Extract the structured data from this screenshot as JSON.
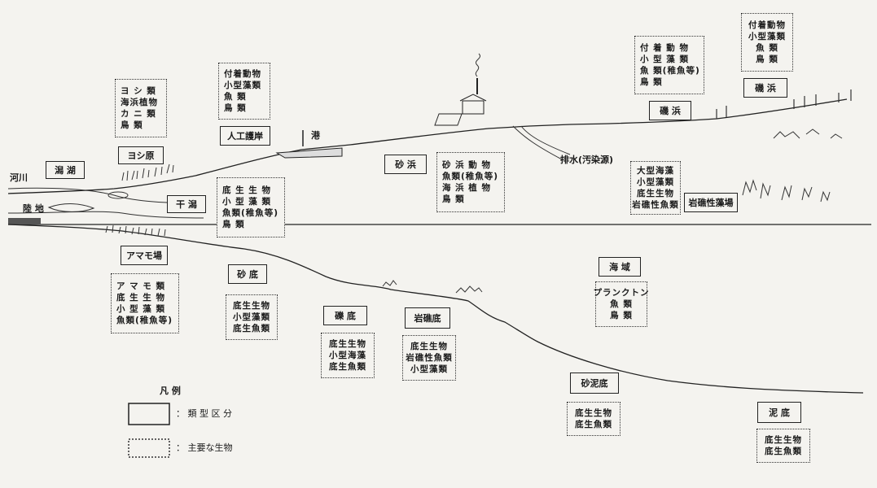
{
  "labels": {
    "river": "河川",
    "land": "陸 地",
    "port": "港",
    "drain": "排水(汚染源)"
  },
  "habitats": {
    "lagoon": "潟 湖",
    "reed": "ヨシ原",
    "artificial_shore": "人工護岸",
    "tidal_flat": "干 潟",
    "sandy_beach": "砂 浜",
    "rocky_shore_1": "磯 浜",
    "rocky_shore_2": "磯 浜",
    "rocky_algae": "岩礁性藻場",
    "eelgrass": "アマモ場",
    "sand_bottom": "砂 底",
    "gravel_bottom": "礫 底",
    "reef_bottom": "岩礁底",
    "open_sea": "海 域",
    "sandmud_bottom": "砂泥底",
    "mud_bottom": "泥 底"
  },
  "organisms": {
    "reed": [
      "ヨ シ 類",
      "海浜植物",
      "カ ニ 類",
      "鳥 類"
    ],
    "artificial_shore": [
      "付着動物",
      "小型藻類",
      "魚 類",
      "鳥 類"
    ],
    "tidal_flat": [
      "底 生 生 物",
      "小 型 藻 類",
      "魚類(稚魚等)",
      "鳥 類"
    ],
    "sandy_beach": [
      "砂 浜 動 物",
      "魚類(稚魚等)",
      "海 浜 植 物",
      "鳥 類"
    ],
    "rocky_shore_1": [
      "付 着 動 物",
      "小 型 藻 類",
      "魚 類(稚魚等)",
      "鳥 類"
    ],
    "rocky_shore_2": [
      "付着動物",
      "小型藻類",
      "魚 類",
      "鳥 類"
    ],
    "rocky_algae": [
      "大型海藻",
      "小型藻類",
      "底生生物",
      "岩礁性魚類"
    ],
    "eelgrass": [
      "ア マ モ 類",
      "底 生 生 物",
      "小 型 藻 類",
      "魚類(稚魚等)"
    ],
    "sand_bottom": [
      "底生生物",
      "小型藻類",
      "底生魚類"
    ],
    "gravel_bottom": [
      "底生生物",
      "小型海藻",
      "底生魚類"
    ],
    "reef_bottom": [
      "底生生物",
      "岩礁性魚類",
      "小型藻類"
    ],
    "open_sea": [
      "プランクトン",
      "魚 類",
      "鳥 類"
    ],
    "sandmud_bottom": [
      "底生生物",
      "底生魚類"
    ],
    "mud_bottom": [
      "底生生物",
      "底生魚類"
    ]
  },
  "legend": {
    "title": "凡 例",
    "type_label": "： 類 型 区 分",
    "organism_label": "： 主要な生物"
  }
}
